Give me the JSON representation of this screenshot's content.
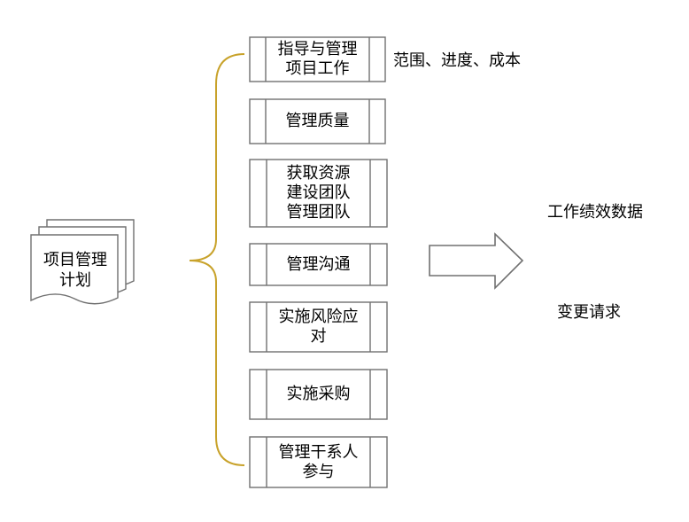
{
  "input": {
    "label": "项目管理\n计划"
  },
  "processes": [
    {
      "label": "指导与管理\n项目工作"
    },
    {
      "label": "管理质量"
    },
    {
      "label": "获取资源\n建设团队\n管理团队"
    },
    {
      "label": "管理沟通"
    },
    {
      "label": "实施风险应\n对"
    },
    {
      "label": "实施采购"
    },
    {
      "label": "管理干系人\n参与"
    }
  ],
  "annotation": {
    "text": "范围、进度、成本"
  },
  "outputs": [
    {
      "label": "工作绩效数据"
    },
    {
      "label": "变更请求"
    }
  ],
  "colors": {
    "brace": "#c8a22a",
    "stroke": "#707070"
  }
}
